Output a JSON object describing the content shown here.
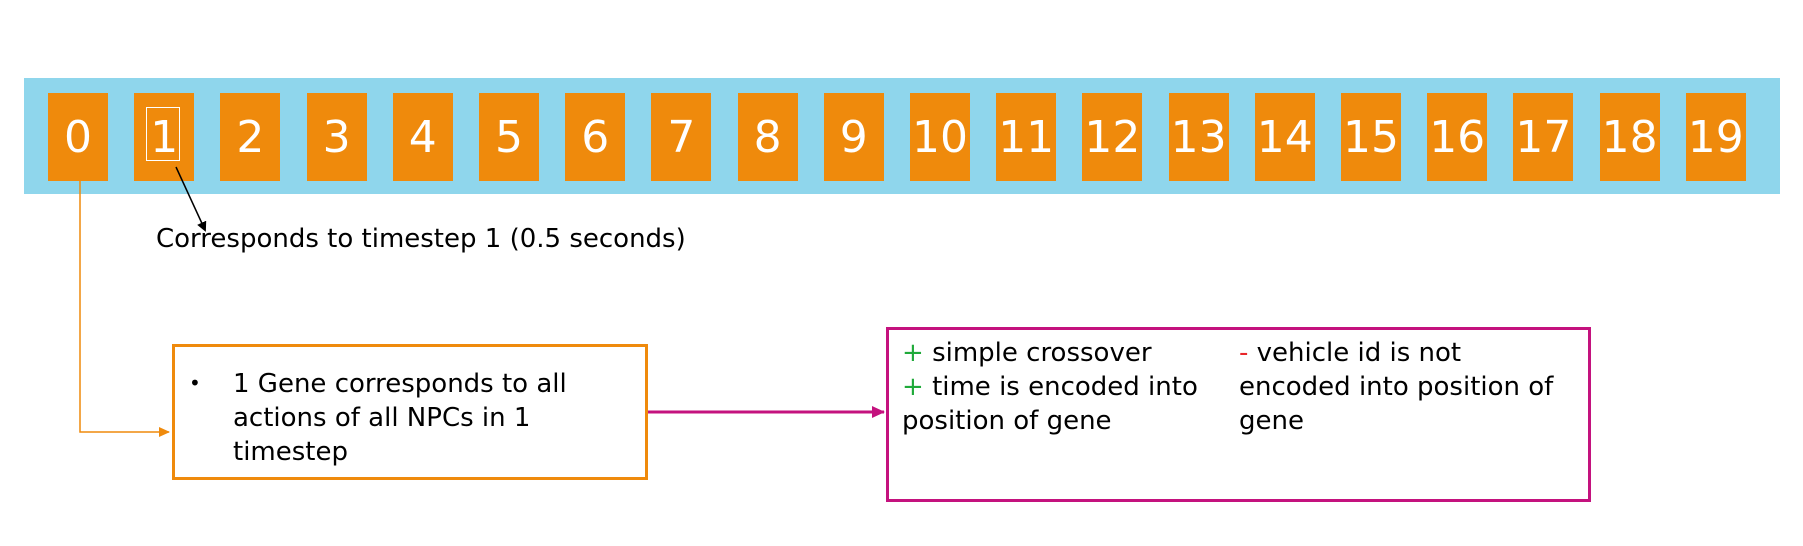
{
  "genes": [
    "0",
    "1",
    "2",
    "3",
    "4",
    "5",
    "6",
    "7",
    "8",
    "9",
    "10",
    "11",
    "12",
    "13",
    "14",
    "15",
    "16",
    "17",
    "18",
    "19"
  ],
  "selected_gene_index": 1,
  "annotation": "Corresponds to timestep 1 (0.5 seconds)",
  "gene_box": {
    "bullet": "•",
    "text": "1 Gene corresponds to all actions of all NPCs in 1 timestep"
  },
  "evaluation": {
    "pros": [
      {
        "sign": "+",
        "text": "simple crossover"
      },
      {
        "sign": "+",
        "text": "time is encoded into position of gene"
      }
    ],
    "cons": [
      {
        "sign": "-",
        "text": "vehicle id is not encoded into position of gene"
      }
    ]
  },
  "colors": {
    "strip": "#8fd6ec",
    "gene": "#ef8a0c",
    "gene_box_border": "#ef8a0c",
    "eval_box_border": "#c4127e",
    "pro_sign": "#1faa3a",
    "con_sign": "#e8262a"
  }
}
